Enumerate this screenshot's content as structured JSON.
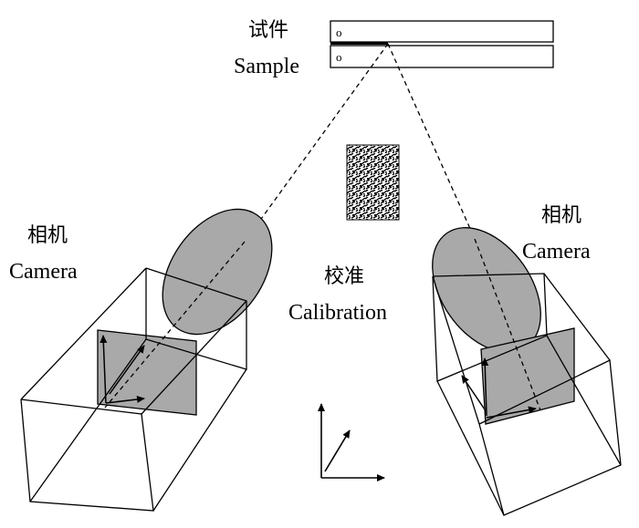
{
  "labels": {
    "sample_cn": "试件",
    "sample_en": "Sample",
    "camera_left_cn": "相机",
    "camera_left_en": "Camera",
    "camera_right_cn": "相机",
    "camera_right_en": "Camera",
    "calibration_cn": "校准",
    "calibration_en": "Calibration"
  },
  "sample_marks": [
    "o",
    "o"
  ],
  "colors": {
    "line": "#000000",
    "fill_gray": "#a9a9a9",
    "background": "#ffffff"
  }
}
